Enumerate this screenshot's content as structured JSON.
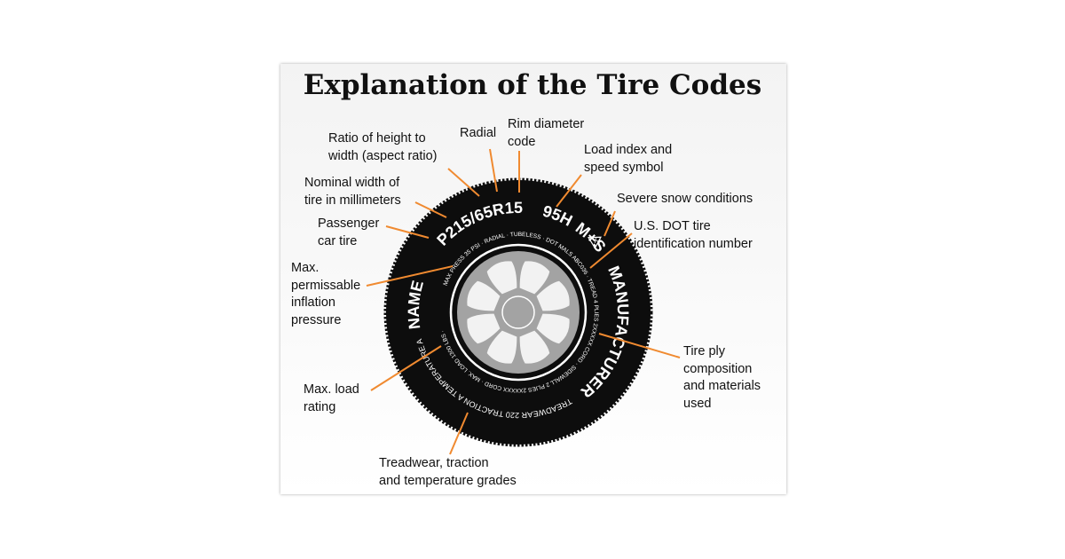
{
  "title": "Explanation of the Tire Codes",
  "colors": {
    "leader_line": "#f08a30",
    "tire": "#0d0d0d",
    "wheel": "#a3a3a3",
    "tire_text": "#ffffff"
  },
  "tire": {
    "name": "NAME",
    "size": "P215/65R15",
    "load_speed": "95H",
    "snow": "M+S",
    "snow_icon": "mountain-snowflake-icon",
    "manufacturer": "MANUFACTURER",
    "grades": "TREADWEAR 220 TRACTION A TEMPERATURE A",
    "inner_ring": "MAX PRESS 35 PSI · RADIAL · TUBELESS · DOT MALS ABC036 · TREAD 4 PLIES 2XXXXX CORD · SIDEWALL 2 PLIES 2XXXXX CORD · MAX. LOAD 1300 LBS ·"
  },
  "labels": {
    "aspect_ratio": "Ratio of height to\nwidth (aspect ratio)",
    "radial": "Radial",
    "rim_diameter": "Rim diameter\ncode",
    "load_index": "Load index and\nspeed symbol",
    "nominal_width": "Nominal width of\ntire in millimeters",
    "severe_snow": "Severe snow conditions",
    "passenger": "Passenger\ncar tire",
    "dot": "U.S. DOT tire\nidentification number",
    "max_pressure": "Max.\npermissable\ninflation\npressure",
    "ply": "Tire ply\ncomposition\nand materials\nused",
    "max_load": "Max. load\nrating",
    "treadwear": "Treadwear, traction\nand temperature grades"
  }
}
